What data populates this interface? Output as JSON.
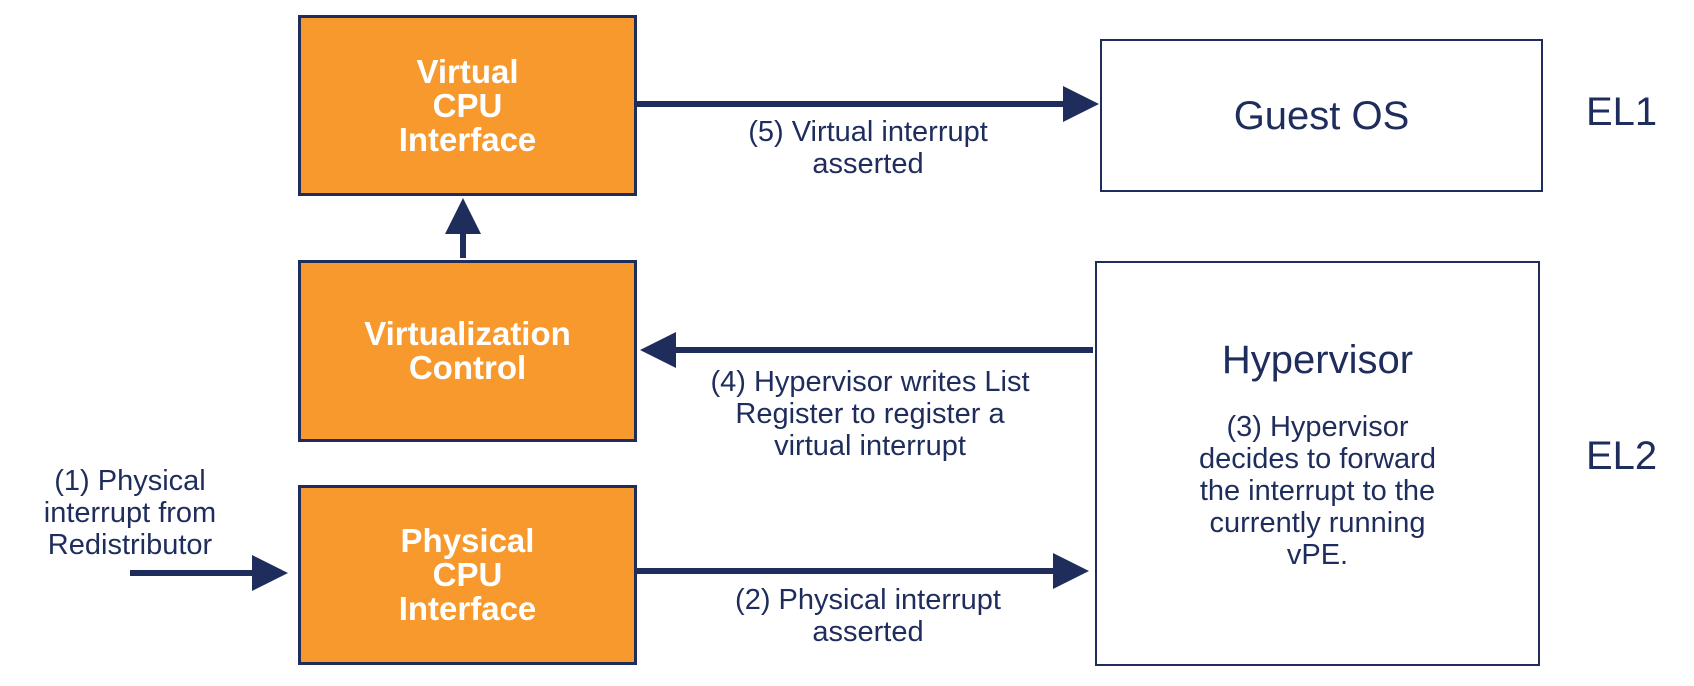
{
  "boxes": {
    "virtual_cpu_interface": "Virtual\nCPU\nInterface",
    "virtualization_control": "Virtualization\nControl",
    "physical_cpu_interface": "Physical\nCPU\nInterface",
    "guest_os": "Guest OS",
    "hypervisor": "Hypervisor",
    "hypervisor_note": "(3) Hypervisor\ndecides to forward\nthe interrupt to the\ncurrently running\nvPE."
  },
  "labels": {
    "step1": "(1) Physical\ninterrupt from\nRedistributor",
    "step2": "(2) Physical interrupt\nasserted",
    "step4": "(4) Hypervisor writes List\nRegister to register a\nvirtual interrupt",
    "step5": "(5) Virtual interrupt\nasserted"
  },
  "levels": {
    "el1": "EL1",
    "el2": "EL2"
  },
  "colors": {
    "orange_fill": "#f7992d",
    "navy": "#1f2d5c",
    "white": "#ffffff"
  }
}
